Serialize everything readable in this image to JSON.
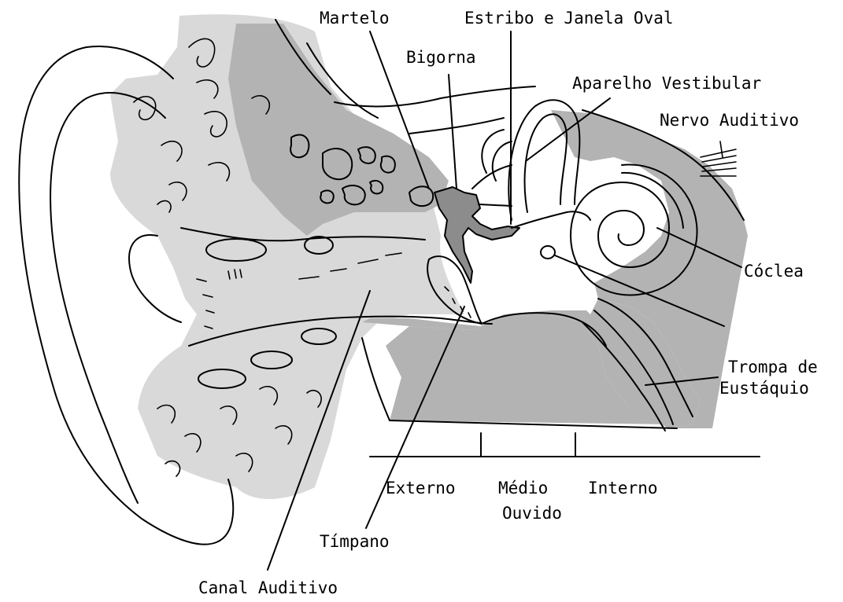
{
  "colors": {
    "background": "#ffffff",
    "light_gray": "#d9d9d9",
    "mid_gray": "#b3b3b3",
    "dark_gray": "#8c8c8c",
    "ink": "#000000"
  },
  "labels": {
    "martelo": "Martelo",
    "estribo": "Estribo e Janela Oval",
    "bigorna": "Bigorna",
    "aparelho": "Aparelho Vestibular",
    "nervo": "Nervo Auditivo",
    "coclea": "Cóclea",
    "trompa_line1": "Trompa de",
    "trompa_line2": "Eustáquio",
    "timpano": "Tímpano",
    "canal": "Canal Auditivo"
  },
  "sections": {
    "externo": "Externo",
    "medio": "Médio",
    "interno": "Interno",
    "ouvido": "Ouvido"
  }
}
